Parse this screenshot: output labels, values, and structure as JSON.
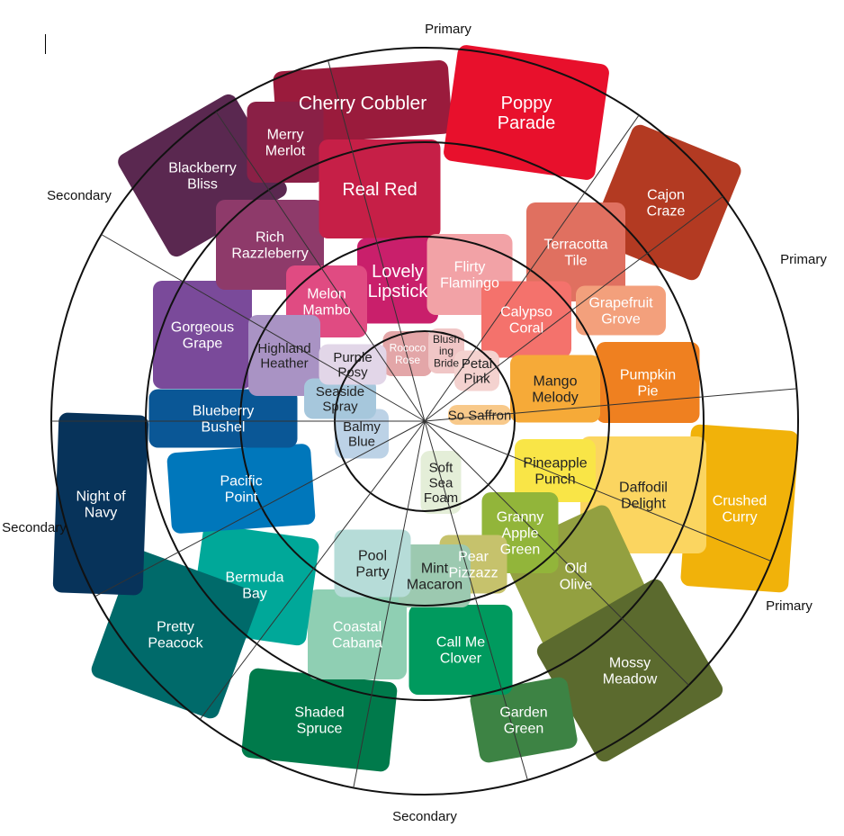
{
  "page": {
    "background": "#ffffff"
  },
  "outer_labels": [
    {
      "text": "Primary"
    },
    {
      "text": "Secondary"
    },
    {
      "text": "Primary"
    },
    {
      "text": "Secondary"
    },
    {
      "text": "Primary"
    },
    {
      "text": "Secondary"
    }
  ],
  "swatches": [
    {
      "id": "cherry-cobbler",
      "lines": [
        "Cherry Cobbler"
      ],
      "fill": "#9a1b3c",
      "text_color": "#ffffff",
      "big": true
    },
    {
      "id": "poppy-parade",
      "lines": [
        "Poppy",
        "Parade"
      ],
      "fill": "#e8102c",
      "text_color": "#ffffff",
      "big": true
    },
    {
      "id": "cajon-craze",
      "lines": [
        "Cajon",
        "Craze"
      ],
      "fill": "#b33a22",
      "text_color": "#ffffff"
    },
    {
      "id": "pumpkin-pie",
      "lines": [
        "Pumpkin",
        "Pie"
      ],
      "fill": "#ef8020",
      "text_color": "#ffffff"
    },
    {
      "id": "crushed-curry",
      "lines": [
        "Crushed",
        "Curry"
      ],
      "fill": "#f1b20a",
      "text_color": "#ffffff"
    },
    {
      "id": "daffodil-delight",
      "lines": [
        "Daffodil",
        "Delight"
      ],
      "fill": "#fbd560",
      "text_color": "#222222"
    },
    {
      "id": "old-olive",
      "lines": [
        "Old",
        "Olive"
      ],
      "fill": "#93a040",
      "text_color": "#ffffff"
    },
    {
      "id": "mossy-meadow",
      "lines": [
        "Mossy",
        "Meadow"
      ],
      "fill": "#5b6a2e",
      "text_color": "#ffffff"
    },
    {
      "id": "garden-green",
      "lines": [
        "Garden",
        "Green"
      ],
      "fill": "#3d8344",
      "text_color": "#ffffff"
    },
    {
      "id": "call-me-clover",
      "lines": [
        "Call Me",
        "Clover"
      ],
      "fill": "#009a5e",
      "text_color": "#ffffff"
    },
    {
      "id": "shaded-spruce",
      "lines": [
        "Shaded",
        "Spruce"
      ],
      "fill": "#007a4b",
      "text_color": "#ffffff"
    },
    {
      "id": "coastal-cabana",
      "lines": [
        "Coastal",
        "Cabana"
      ],
      "fill": "#8fcfb3",
      "text_color": "#ffffff"
    },
    {
      "id": "bermuda-bay",
      "lines": [
        "Bermuda",
        "Bay"
      ],
      "fill": "#00a899",
      "text_color": "#ffffff"
    },
    {
      "id": "pretty-peacock",
      "lines": [
        "Pretty",
        "Peacock"
      ],
      "fill": "#006a6a",
      "text_color": "#ffffff"
    },
    {
      "id": "night-of-navy",
      "lines": [
        "Night of",
        "Navy"
      ],
      "fill": "#07335a",
      "text_color": "#ffffff"
    },
    {
      "id": "pacific-point",
      "lines": [
        "Pacific",
        "Point"
      ],
      "fill": "#0077bb",
      "text_color": "#ffffff"
    },
    {
      "id": "blueberry-bushel",
      "lines": [
        "Blueberry",
        "Bushel"
      ],
      "fill": "#0a5796",
      "text_color": "#ffffff"
    },
    {
      "id": "gorgeous-grape",
      "lines": [
        "Gorgeous",
        "Grape"
      ],
      "fill": "#7a4a9a",
      "text_color": "#ffffff"
    },
    {
      "id": "blackberry-bliss",
      "lines": [
        "Blackberry",
        "Bliss"
      ],
      "fill": "#5a2850",
      "text_color": "#ffffff"
    },
    {
      "id": "merry-merlot",
      "lines": [
        "Merry",
        "Merlot"
      ],
      "fill": "#8a2046",
      "text_color": "#ffffff"
    },
    {
      "id": "rich-razzleberry",
      "lines": [
        "Rich",
        "Razzleberry"
      ],
      "fill": "#8e3a6a",
      "text_color": "#ffffff"
    },
    {
      "id": "real-red",
      "lines": [
        "Real Red"
      ],
      "fill": "#c61f47",
      "text_color": "#ffffff",
      "big": true
    },
    {
      "id": "lovely-lipstick",
      "lines": [
        "Lovely",
        "Lipstick"
      ],
      "fill": "#c91f6b",
      "text_color": "#ffffff",
      "big": true
    },
    {
      "id": "melon-mambo",
      "lines": [
        "Melon",
        "Mambo"
      ],
      "fill": "#e04b82",
      "text_color": "#ffffff"
    },
    {
      "id": "flirty-flamingo",
      "lines": [
        "Flirty",
        "Flamingo"
      ],
      "fill": "#f2a2a6",
      "text_color": "#ffffff"
    },
    {
      "id": "terracotta-tile",
      "lines": [
        "Terracotta",
        "Tile"
      ],
      "fill": "#e07060",
      "text_color": "#ffffff"
    },
    {
      "id": "calypso-coral",
      "lines": [
        "Calypso",
        "Coral"
      ],
      "fill": "#f4726c",
      "text_color": "#ffffff"
    },
    {
      "id": "grapefruit-grove",
      "lines": [
        "Grapefruit",
        "Grove"
      ],
      "fill": "#f3a07c",
      "text_color": "#ffffff"
    },
    {
      "id": "mango-melody",
      "lines": [
        "Mango",
        "Melody"
      ],
      "fill": "#f6aa38",
      "text_color": "#222222"
    },
    {
      "id": "pineapple-punch",
      "lines": [
        "Pineapple",
        "Punch"
      ],
      "fill": "#f9e547",
      "text_color": "#222222"
    },
    {
      "id": "granny-apple-green",
      "lines": [
        "Granny",
        "Apple",
        "Green"
      ],
      "fill": "#92b53a",
      "text_color": "#ffffff"
    },
    {
      "id": "pear-pizzazz",
      "lines": [
        "Pear",
        "Pizzazz"
      ],
      "fill": "#c6c26c",
      "text_color": "#ffffff"
    },
    {
      "id": "mint-macaron",
      "lines": [
        "Mint",
        "Macaron"
      ],
      "fill": "#9cc9b0",
      "text_color": "#222222"
    },
    {
      "id": "pool-party",
      "lines": [
        "Pool",
        "Party"
      ],
      "fill": "#b6dcd8",
      "text_color": "#222222"
    },
    {
      "id": "highland-heather",
      "lines": [
        "Highland",
        "Heather"
      ],
      "fill": "#a993c4",
      "text_color": "#222222"
    },
    {
      "id": "rococo-rose",
      "lines": [
        "Rococo",
        "Rose"
      ],
      "fill": "#e3a6a8",
      "text_color": "#ffffff"
    },
    {
      "id": "blushing-bride",
      "lines": [
        "Blush",
        "ing",
        "Bride"
      ],
      "fill": "#f0c6c6",
      "text_color": "#222222"
    },
    {
      "id": "petal-pink",
      "lines": [
        "Petal",
        "Pink"
      ],
      "fill": "#f4d2cf",
      "text_color": "#222222"
    },
    {
      "id": "so-saffron",
      "lines": [
        "So Saffron"
      ],
      "fill": "#f8c98a",
      "text_color": "#222222"
    },
    {
      "id": "soft-sea-foam",
      "lines": [
        "Soft",
        "Sea",
        "Foam"
      ],
      "fill": "#e4eed8",
      "text_color": "#222222"
    },
    {
      "id": "balmy-blue",
      "lines": [
        "Balmy",
        "Blue"
      ],
      "fill": "#bcd2e6",
      "text_color": "#222222"
    },
    {
      "id": "seaside-spray",
      "lines": [
        "Seaside",
        "Spray"
      ],
      "fill": "#a6c7dc",
      "text_color": "#222222"
    },
    {
      "id": "purple-posy",
      "lines": [
        "Purple",
        "Posy"
      ],
      "fill": "#e2d6e8",
      "text_color": "#222222"
    }
  ]
}
